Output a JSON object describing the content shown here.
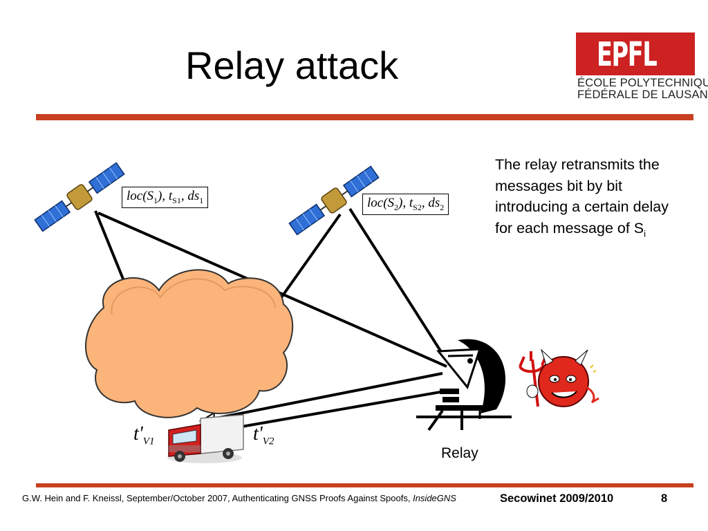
{
  "slide": {
    "title": "Relay attack",
    "description": "The relay retransmits the messages bit by bit introducing a certain delay for each message of S",
    "description_subscript": "i",
    "formula1": {
      "a": "loc",
      "b": "(S",
      "b_sub": "1",
      "c": "), t",
      "c_sub": "S1",
      "d": ", ds",
      "d_sub": "1"
    },
    "formula2": {
      "a": "loc",
      "b": "(S",
      "b_sub": "2",
      "c": "), t",
      "c_sub": "S2",
      "d": ", ds",
      "d_sub": "2"
    },
    "t_v1": {
      "main": "t'",
      "sub": "V1"
    },
    "t_v2": {
      "main": "t'",
      "sub": "V2"
    },
    "relay_label": "Relay"
  },
  "logo": {
    "mark": "EPFL",
    "line1": "ÉCOLE POLYTECHNIQUE",
    "line2": "FÉDÉRALE DE LAUSANNE",
    "color": "#cc2222"
  },
  "footer": {
    "citation": "G.W. Hein and F. Kneissl, September/October 2007, Authenticating GNSS Proofs Against Spoofs, ",
    "citation_journal": "InsideGNS",
    "event": "Secowinet 2009/2010",
    "page": "8"
  },
  "colors": {
    "accent_rule": "#c8401f",
    "cloud_fill": "#fbb47a",
    "satellite_panel": "#2f6fd6"
  }
}
